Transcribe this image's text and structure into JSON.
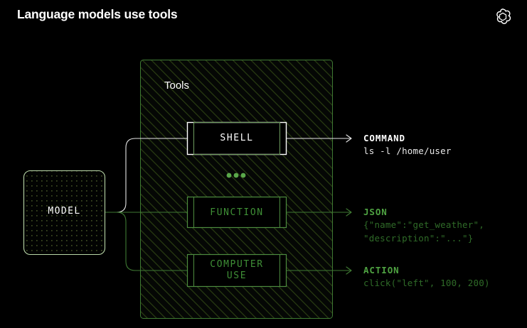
{
  "header": {
    "title": "Language models use tools",
    "logo_name": "openai-logo"
  },
  "diagram": {
    "model": {
      "label": "MODEL"
    },
    "tools_container": {
      "label": "Tools",
      "ellipsis": "•••"
    },
    "tools": [
      {
        "id": "shell",
        "label": "SHELL",
        "accent": "#ffffff"
      },
      {
        "id": "function",
        "label": "FUNCTION",
        "accent": "#3f8f36"
      },
      {
        "id": "computer-use",
        "label": "COMPUTER\nUSE",
        "accent": "#3f8f36"
      }
    ],
    "outputs": [
      {
        "id": "command",
        "title": "COMMAND",
        "code": "ls -l /home/user",
        "accent": "#ffffff"
      },
      {
        "id": "json",
        "title": "JSON",
        "code": "{\"name\":\"get_weather\",\n\"description\":\"...\"}",
        "accent": "#4fa342"
      },
      {
        "id": "action",
        "title": "ACTION",
        "code": "click(\"left\", 100, 200)",
        "accent": "#4fa342"
      }
    ]
  },
  "colors": {
    "background": "#000000",
    "green_line": "#3f7a33",
    "green_bright": "#4fa342",
    "green_dim": "#2f6b28",
    "white": "#ffffff",
    "hatch": "#24380f"
  }
}
